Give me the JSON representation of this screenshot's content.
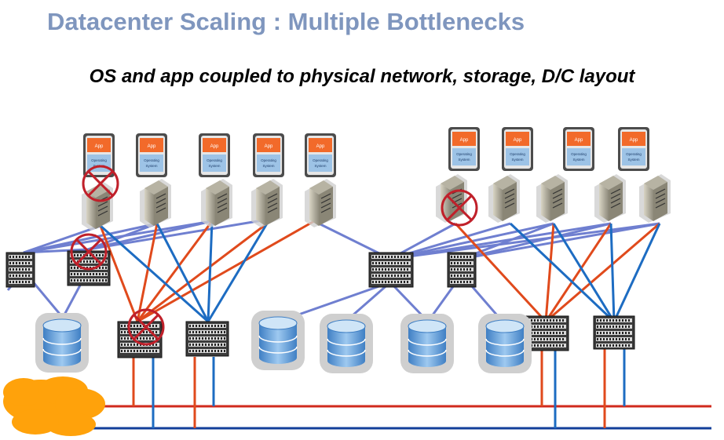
{
  "slide": {
    "title": "Datacenter Scaling : Multiple Bottlenecks",
    "subtitle": "OS and app coupled to physical network, storage, D/C layout"
  },
  "vm_badge": {
    "app_label": "App",
    "os_label_line1": "Operating",
    "os_label_line2": "System"
  },
  "colors": {
    "title": "#7f96be",
    "red_link": "#e04a1c",
    "blue_link": "#1d6cc2",
    "lavender_link": "#6f7fd0",
    "cloud": "#ffa20b",
    "app_orange": "#f26a2a",
    "os_blue": "#9dc3e6",
    "failure_x": "#c0202a"
  },
  "icons": [
    "vm-badge-icon",
    "server-tower-icon",
    "switch-icon",
    "storage-disk-icon",
    "cloud-icon",
    "failure-x-icon"
  ]
}
